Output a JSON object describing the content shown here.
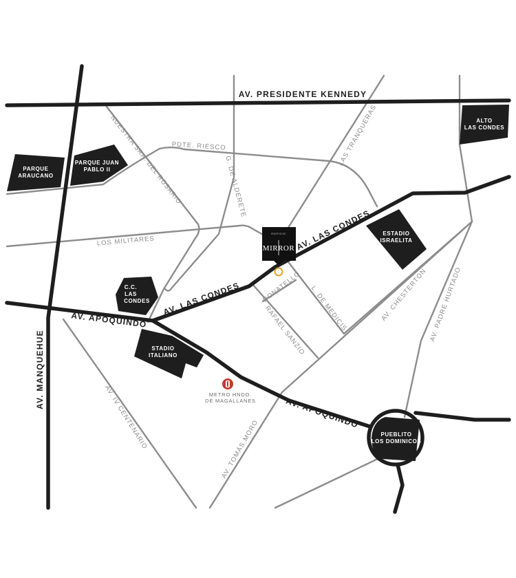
{
  "avenues": {
    "presidente_kennedy": "AV. PRESIDENTE KENNEDY",
    "las_condes_east": "AV. LAS CONDES",
    "las_condes_west": "AV. LAS CONDES",
    "apoquindo_west": "AV. APOQUINDO",
    "apoquindo_east": "AV. APOQUINDO",
    "manquehue": "AV. MANQUEHUE"
  },
  "streets": {
    "nuestra_sra_del_rosario": "NUESTRA SRA. DEL ROSARIO",
    "pdte_riesco": "PDTE. RIESCO",
    "g_de_alderete": "G. DE ALDERETE",
    "las_tranqueras": "LAS TRANQUERAS",
    "los_militares": "LOS MILITARES",
    "donatello": "DONATELLO",
    "l_de_medicis": "L. DE MEDICIS",
    "rafael_sanzio": "RAFAEL SANZIO",
    "chesterton": "AV. CHESTERTON",
    "padre_hurtado": "AV. PADRE HURTADO",
    "iv_centenario": "AV. IV CENTENARIO",
    "tomas_moro": "AV. TOMÁS MORO"
  },
  "landmarks": {
    "parque_araucano": [
      "PARQUE",
      "ARAUCANO"
    ],
    "parque_juan_pablo": [
      "PARQUE JUAN",
      "PABLO II"
    ],
    "alto_las_condes": [
      "ALTO",
      "LAS CONDES"
    ],
    "estadio_israelita": [
      "ESTADIO",
      "ISRAELITA"
    ],
    "cc_las_condes": [
      "C.C.",
      "LAS",
      "CONDES"
    ],
    "stadio_italiano": [
      "STADIO",
      "ITALIANO"
    ],
    "pueblito_los_dominicos": [
      "PUEBLITO",
      "LOS DOMINICOS"
    ]
  },
  "metro": [
    "METRO HNDO.",
    "DE MAGALLANES"
  ],
  "building": {
    "prefix": "EDIFICIO",
    "name": "MIRROR"
  },
  "colors": {
    "major_road": "#1e1e1e",
    "minor_road": "#8c8c8c",
    "landmark_fill": "#1e1e1e",
    "location_marker": "#e0a030",
    "metro_icon": "#c0392b"
  },
  "icons": {
    "metro": "metro-logo-icon",
    "location": "location-ring-icon"
  }
}
